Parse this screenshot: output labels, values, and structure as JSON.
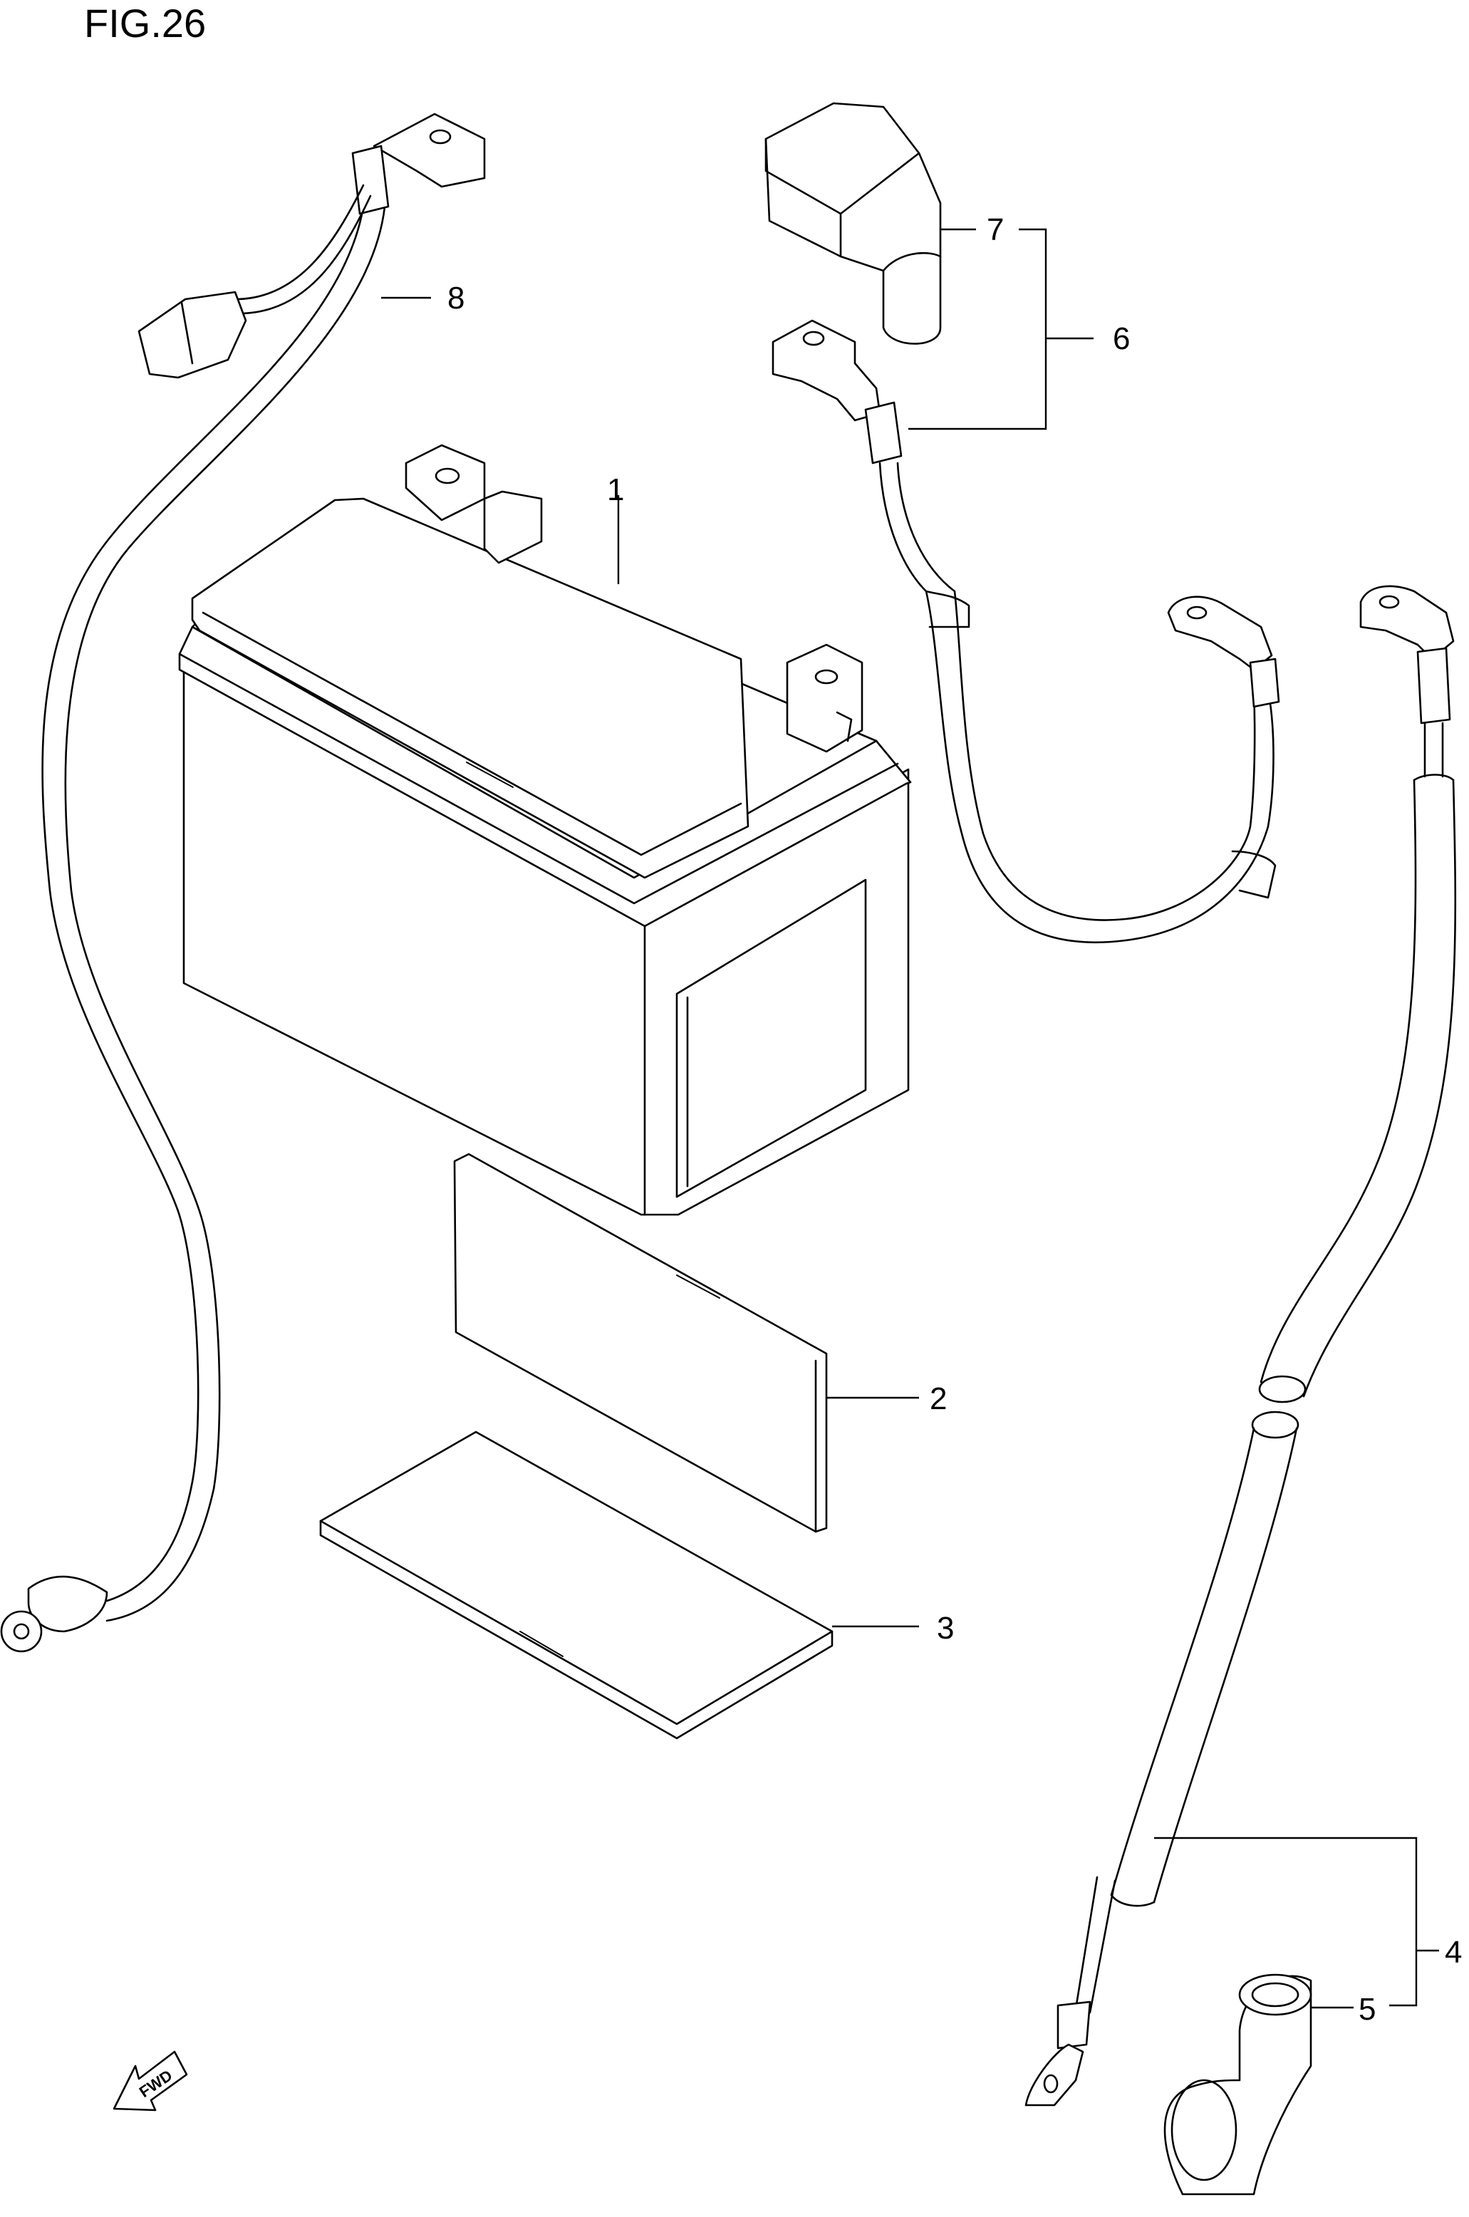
{
  "figure": {
    "title": "FIG.26"
  },
  "callouts": [
    {
      "id": "1",
      "label": "1"
    },
    {
      "id": "2",
      "label": "2"
    },
    {
      "id": "3",
      "label": "3"
    },
    {
      "id": "4",
      "label": "4"
    },
    {
      "id": "5",
      "label": "5"
    },
    {
      "id": "6",
      "label": "6"
    },
    {
      "id": "7",
      "label": "7"
    },
    {
      "id": "8",
      "label": "8"
    }
  ],
  "direction_marker": {
    "label": "FWD",
    "icon": "arrow-left-down-icon"
  }
}
